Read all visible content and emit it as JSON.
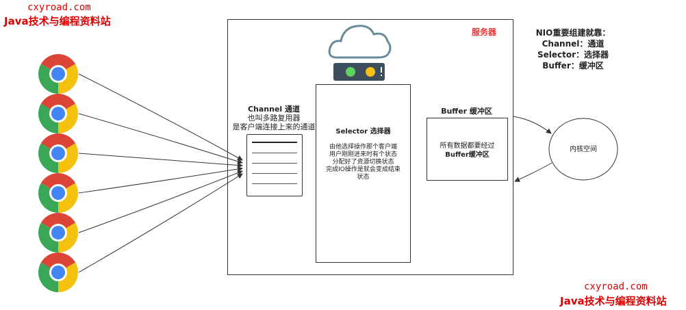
{
  "watermark": {
    "site": "cxyroad.com",
    "name": "Java技术与编程资料站"
  },
  "server": {
    "label": "服务器"
  },
  "legend": {
    "title": "NIO重要组建就靠：",
    "items": [
      "Channel：通道",
      "Selector：选择器",
      "Buffer：缓冲区"
    ]
  },
  "channel": {
    "lines": [
      "Channel 通道",
      "也叫多路复用器",
      "是客户端连接上来的通道"
    ]
  },
  "selector": {
    "title": "Selector 选择器",
    "lines": [
      "由他选择操作那个客户端",
      "用户刚刚进来时有个状态",
      "分配好了资源切换状态",
      "完成IO操作是就会变成结束",
      "状态"
    ]
  },
  "buffer": {
    "title": "Buffer 缓冲区",
    "lines": [
      "所有数据都要经过",
      "Buffer缓冲区"
    ]
  },
  "kernel": {
    "label": "内核空间"
  },
  "clients": {
    "count": 6,
    "icon": "chrome-icon"
  }
}
